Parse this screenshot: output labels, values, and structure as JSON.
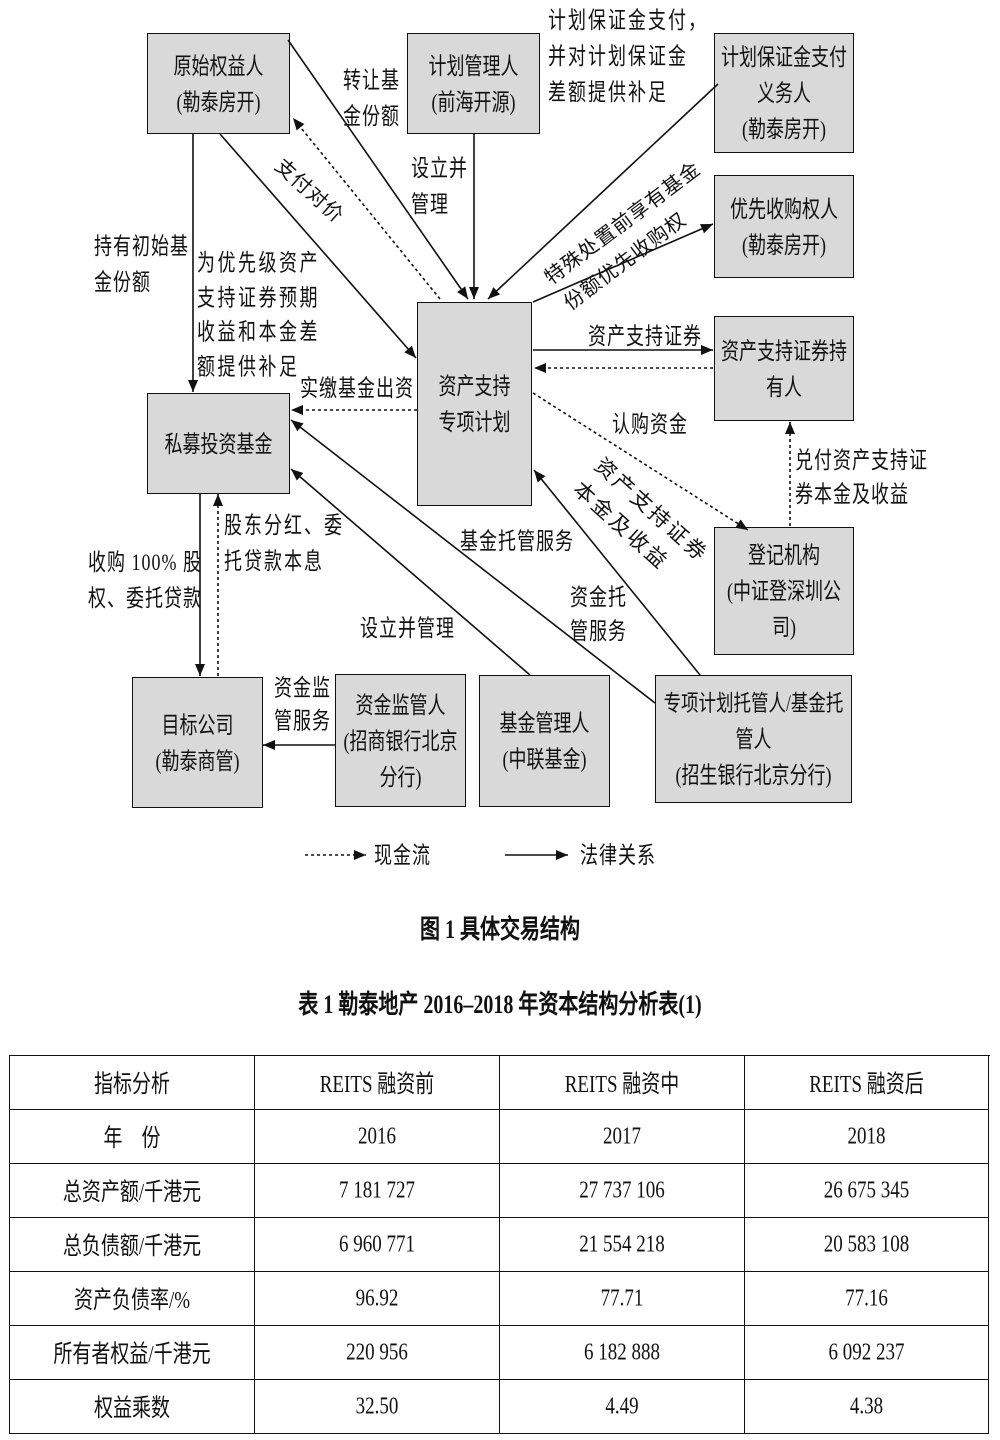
{
  "figure": {
    "boxes": {
      "original_owner": [
        "原始权益人",
        "(勒泰房开)"
      ],
      "plan_manager": [
        "计划管理人",
        "(前海开源)"
      ],
      "margin_payer": [
        "计划保证金支付",
        "义务人",
        "(勒泰房开)"
      ],
      "priority_buyer": [
        "优先收购权人",
        "(勒泰房开)"
      ],
      "special_plan": [
        "资产支持",
        "专项计划"
      ],
      "abs_holder": [
        "资产支持证券持",
        "有人"
      ],
      "pe_fund": [
        "私募投资基金"
      ],
      "registry": [
        "登记机构",
        "(中证登深圳公",
        "司)"
      ],
      "target_company": [
        "目标公司",
        "(勒泰商管)"
      ],
      "fund_supervisor": [
        "资金监管人",
        "(招商银行北京",
        "分行)"
      ],
      "fund_manager": [
        "基金管理人",
        "(中联基金)"
      ],
      "custodian": [
        "专项计划托管人/基金托",
        "管人",
        "(招生银行北京分行)"
      ]
    },
    "labels": {
      "transfer_shares": [
        "转让基",
        "金份额"
      ],
      "establish_manage_plan": [
        "设立并",
        "管理"
      ],
      "margin_payment": [
        "计划保证金支付，",
        "并对计划保证金",
        "差额提供补足"
      ],
      "pay_consideration": [
        "支付对价"
      ],
      "hold_initial_shares": [
        "持有初始基",
        "金份额"
      ],
      "shortfall_support": [
        "为优先级资产",
        "支持证券预期",
        "收益和本金差",
        "额提供补足"
      ],
      "priority_purchase": [
        "特殊处置前享有基金",
        "份额优先收购权"
      ],
      "abs_issue": [
        "资产支持证券"
      ],
      "paid_in_capital": [
        "实缴基金出资"
      ],
      "subscription_funds": [
        "认购资金"
      ],
      "redemption": [
        "兑付资产支持证",
        "券本金及收益"
      ],
      "abs_principal": [
        "资产支持证券",
        "本金及收益"
      ],
      "fund_custody": [
        "基金托管服务"
      ],
      "capital_custody": [
        "资金托",
        "管服务"
      ],
      "dividends_loans": [
        "股东分红、委",
        "托贷款本息"
      ],
      "acquisition_loans": [
        "收购 100% 股",
        "权、委托贷款"
      ],
      "establish_manage_fund": [
        "设立并管理"
      ],
      "supervision_service": [
        "资金监",
        "管服务"
      ]
    },
    "legend": {
      "cash_flow": "现金流",
      "legal_relation": "法律关系"
    },
    "caption": "图 1  具体交易结构"
  },
  "table": {
    "title": "表 1  勒泰地产 2016–2018 年资本结构分析表(1)",
    "headers": [
      "指标分析",
      "REITS 融资前",
      "REITS 融资中",
      "REITS 融资后"
    ],
    "rows": [
      [
        "年　份",
        "2016",
        "2017",
        "2018"
      ],
      [
        "总资产额/千港元",
        "7 181 727",
        "27 737 106",
        "26 675 345"
      ],
      [
        "总负债额/千港元",
        "6 960 771",
        "21 554 218",
        "20 583 108"
      ],
      [
        "资产负债率/%",
        "96.92",
        "77.71",
        "77.16"
      ],
      [
        "所有者权益/千港元",
        "220 956",
        "6 182 888",
        "6 092 237"
      ],
      [
        "权益乘数",
        "32.50",
        "4.49",
        "4.38"
      ]
    ]
  }
}
